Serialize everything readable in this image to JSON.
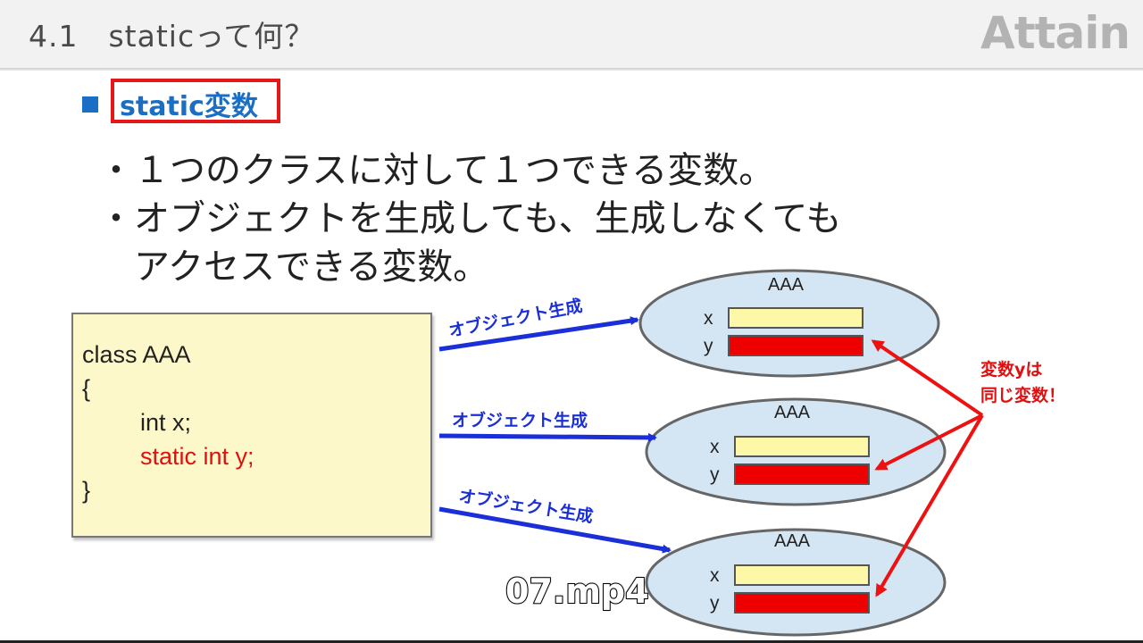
{
  "header": {
    "title": "4.1　staticって何？",
    "logo": "Attain"
  },
  "section": {
    "heading": "static変数"
  },
  "bullets": [
    "・１つのクラスに対して１つできる変数。",
    "・オブジェクトを生成しても、生成しなくても",
    "　アクセスできる変数。"
  ],
  "code": {
    "lines": [
      "class AAA",
      "{",
      "int x;",
      "static int y;",
      "}"
    ]
  },
  "diagram": {
    "arrow_label": "オブジェクト生成",
    "objects": [
      {
        "class_name": "AAA",
        "fields": [
          "x",
          "y"
        ]
      },
      {
        "class_name": "AAA",
        "fields": [
          "x",
          "y"
        ]
      },
      {
        "class_name": "AAA",
        "fields": [
          "x",
          "y"
        ]
      }
    ],
    "note_line1": "変数yは",
    "note_line2": "同じ変数！",
    "colors": {
      "arrow_blue": "#1b2fd8",
      "note_red": "#e01010",
      "field_x": "#fdf8a8",
      "field_y": "#ee0000",
      "object_fill": "#d4e6f3"
    }
  },
  "caption": "07.mp4"
}
